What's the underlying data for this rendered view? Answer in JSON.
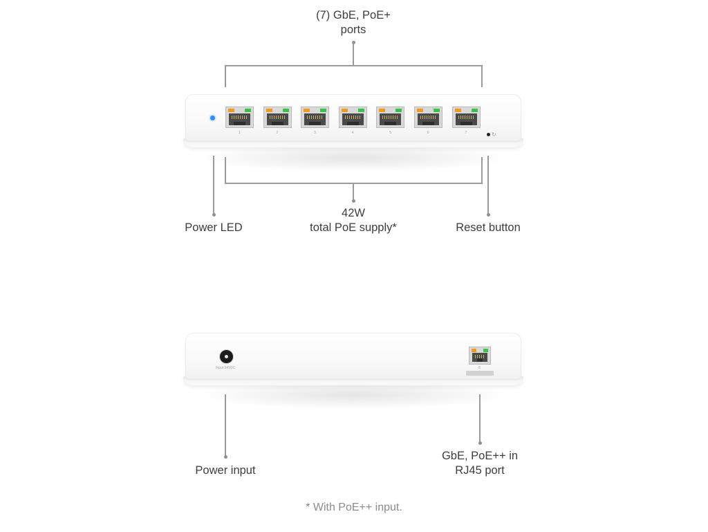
{
  "labels": {
    "ports": "(7) GbE, PoE+\nports",
    "poe_supply_w": "42W",
    "poe_supply_text": "total PoE supply*",
    "power_led": "Power LED",
    "reset_button": "Reset button",
    "power_input": "Power input",
    "uplink_line1": "GbE, PoE++ in",
    "uplink_line2": "RJ45 port"
  },
  "footnote": "* With PoE++ input.",
  "front_ports": [
    "1",
    "2",
    "3",
    "4",
    "5",
    "6",
    "7"
  ],
  "colors": {
    "power_led": "#2f8df3",
    "port_led_activity": "#f19a22",
    "port_led_link": "#39c24a",
    "callout_line": "#9a9a9a"
  },
  "icons": {
    "reset": "reset-circular-arrow-icon"
  }
}
